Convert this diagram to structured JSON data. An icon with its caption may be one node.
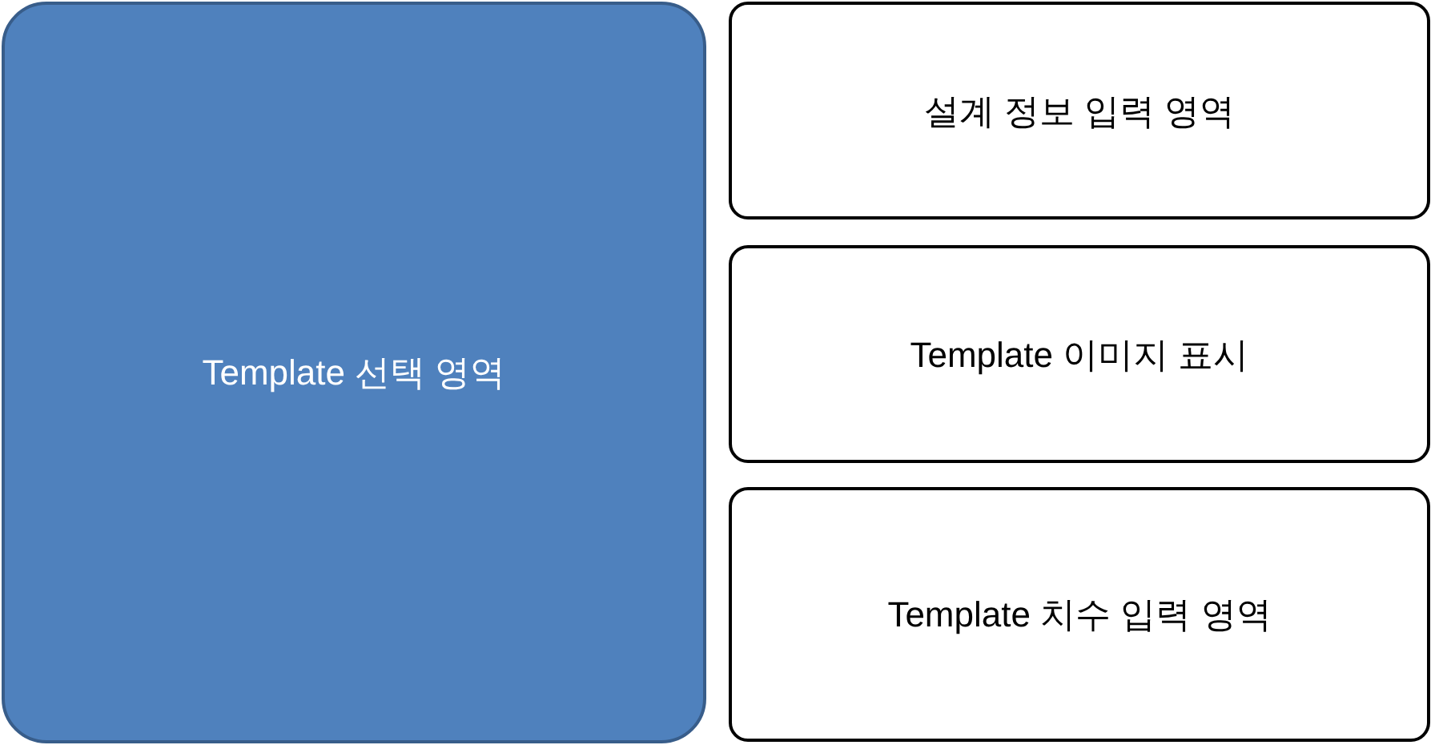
{
  "diagram": {
    "nodes": [
      {
        "text": [
          "Template 선택 영역"
        ]
      },
      {
        "text": [
          "설계 정보 입력 영역"
        ]
      },
      {
        "text": [
          "Template 이미지 표시"
        ]
      },
      {
        "text": [
          "Template 치수 입력 영역"
        ]
      }
    ]
  }
}
